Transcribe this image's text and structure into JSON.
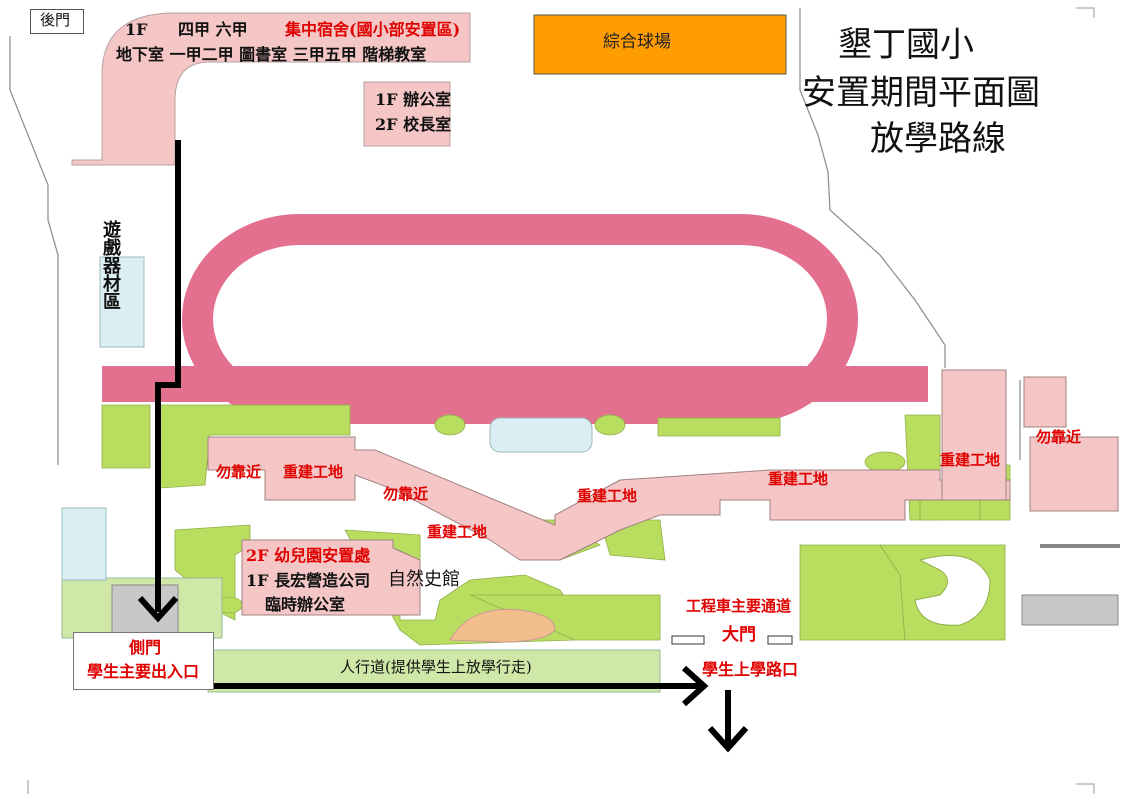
{
  "title": {
    "line1": "墾丁國小",
    "line2": "安置期間平面圖",
    "line3": "放學路線"
  },
  "back_gate": "後門",
  "sports_field": "綜合球場",
  "dorm": {
    "row1_floor": "1F",
    "row1_classes": "四甲  六甲",
    "row1_note": "集中宿舍(國小部安置區)",
    "row2": "地下室  一甲二甲   圖書室  三甲五甲   階梯教室"
  },
  "office": {
    "line1": "1F 辦公室",
    "line2": "2F 校長室"
  },
  "playground_equipment": "遊戲器材區",
  "warnings": {
    "keep_away": "勿靠近"
  },
  "construction": {
    "rebuild_site": "重建工地"
  },
  "kindergarten": {
    "line1": "2F 幼兒園安置處",
    "line2": "1F 長宏營造公司",
    "line3": "臨時辦公室"
  },
  "museum": "自然史館",
  "side_gate": {
    "line1": "側門",
    "line2": "學生主要出入口"
  },
  "sidewalk": "人行道(提供學生上放學行走)",
  "truck_route": "工程車主要通道",
  "main_gate": "大門",
  "school_route_crossing": "學生上學路口",
  "colors": {
    "track": "#e2708e",
    "building": "#f4c6c6",
    "grass": "#b9dd5f",
    "light_grass": "#cfe8a8",
    "field": "#ff9d00",
    "pale_blue": "#dbeef3",
    "warning_text": "#e00000",
    "route": "#000000"
  }
}
